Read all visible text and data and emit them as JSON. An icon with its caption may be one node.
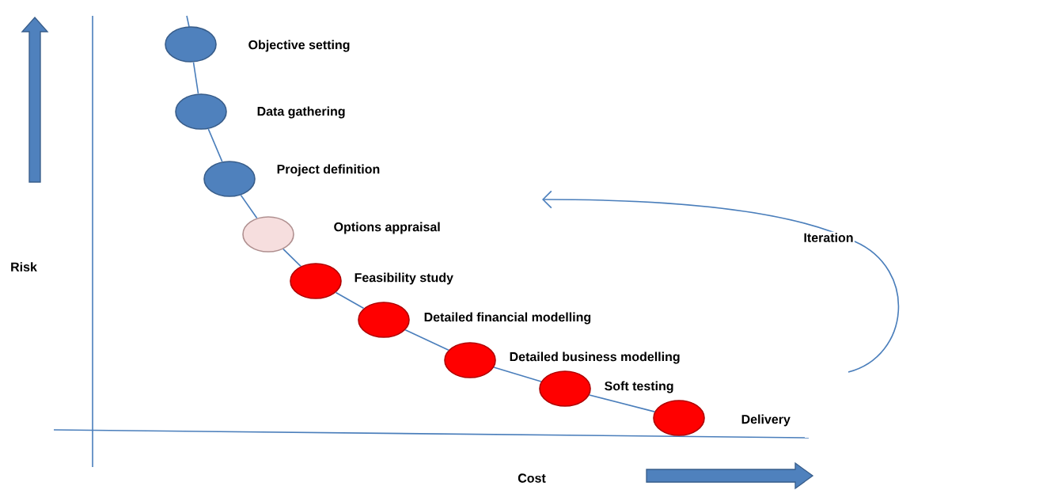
{
  "diagram": {
    "nodes": [
      {
        "text": [],
        "shape": "circle",
        "beside": [
          "Objective setting"
        ]
      },
      {
        "text": [],
        "shape": "circle",
        "beside": [
          "Data gathering"
        ]
      },
      {
        "text": [],
        "shape": "circle",
        "beside": [
          "Project definition"
        ]
      },
      {
        "text": [],
        "shape": "circle",
        "beside": [
          "Options appraisal"
        ]
      },
      {
        "text": [],
        "shape": "circle",
        "beside": [
          "Feasibility study"
        ]
      },
      {
        "text": [],
        "shape": "circle",
        "beside": [
          "Detailed financial modelling"
        ]
      },
      {
        "text": [],
        "shape": "circle",
        "beside": [
          "Detailed business modelling"
        ]
      },
      {
        "text": [],
        "shape": "circle",
        "beside": [
          "Soft testing"
        ]
      },
      {
        "text": [],
        "shape": "circle",
        "beside": [
          "Delivery"
        ]
      }
    ],
    "edges": [
      {
        "from": 0,
        "to": 1,
        "arrow": "none"
      },
      {
        "from": 1,
        "to": 2,
        "arrow": "none"
      },
      {
        "from": 2,
        "to": 3,
        "arrow": "none"
      },
      {
        "from": 3,
        "to": 4,
        "arrow": "none"
      },
      {
        "from": 4,
        "to": 5,
        "arrow": "none"
      },
      {
        "from": 5,
        "to": 6,
        "arrow": "none"
      },
      {
        "from": 6,
        "to": 7,
        "arrow": "none"
      },
      {
        "from": 7,
        "to": 8,
        "arrow": "none"
      }
    ],
    "labels": [
      "Risk",
      "Iteration",
      "Cost"
    ]
  }
}
